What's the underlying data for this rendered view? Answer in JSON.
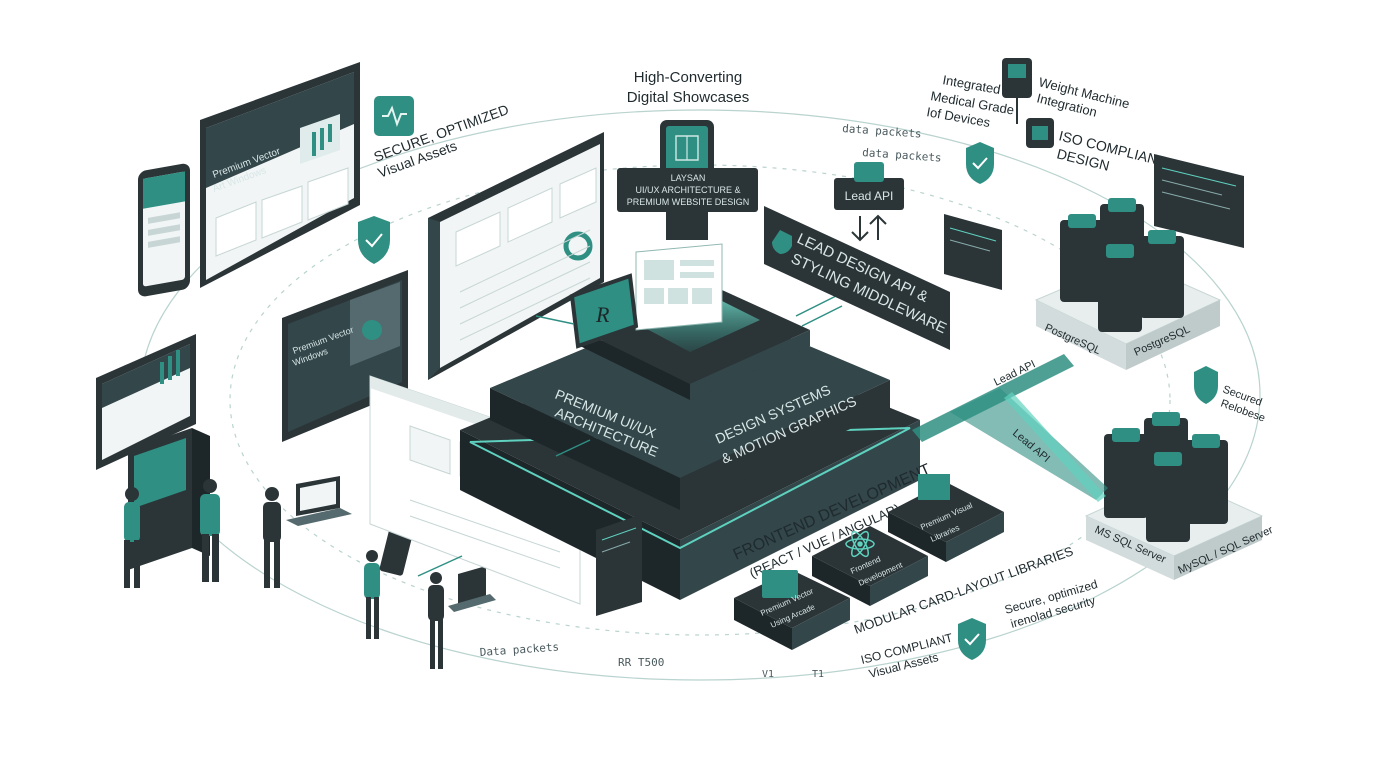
{
  "header": {
    "showcase_line1": "High-Converting",
    "showcase_line2": "Digital Showcases"
  },
  "phone_sign": {
    "line1": "LAYSAN",
    "line2": "UI/UX ARCHITECTURE &",
    "line3": "PREMIUM WEBSITE DESIGN"
  },
  "left_labels": {
    "secure_line1": "SECURE, OPTIMIZED",
    "secure_line2": "Visual Assets",
    "monitor_line1": "Premium Vector",
    "monitor_line2": "Art Windows",
    "tablet_line1": "Premium Vector",
    "tablet_line2": "Windows"
  },
  "lead_api": {
    "small": "Lead API",
    "banner_line1": "LEAD DESIGN API &",
    "banner_line2": "STYLING MIDDLEWARE"
  },
  "medical": {
    "integrated_line1": "Integrated",
    "integrated_line2": "Medical Grade",
    "integrated_line3": "Iof Devices",
    "weight_line1": "Weight Machine",
    "weight_line2": "Integration",
    "iso_line1": "ISO COMPLIANT",
    "iso_line2": "DESIGN"
  },
  "platform": {
    "top_left_line1": "PREMIUM UI/UX",
    "top_left_line2": "ARCHITECTURE",
    "top_right_line1": "DESIGN SYSTEMS",
    "top_right_line2": "& MOTION GRAPHICS",
    "front_line1": "FRONTEND DEVELOPMENT",
    "front_line2": "(REACT / VUE / ANGULAR)"
  },
  "modules": {
    "label": "MODULAR CARD-LAYOUT LIBRARIES",
    "card1_line1": "Premium Vector",
    "card1_line2": "Using Arcade",
    "card2_line1": "Frontend",
    "card2_line2": "Development",
    "card3_line1": "Premium Visual",
    "card3_line2": "Libraries"
  },
  "bottom_labels": {
    "iso_line1": "ISO COMPLIANT",
    "iso_line2": "Visual Assets",
    "secure_line1": "Secure, optimized",
    "secure_line2": "irenolad security"
  },
  "databases": {
    "db1_left": "PostgreSQL",
    "db1_right": "PostgreSQL",
    "db2_left": "MS SQL Server",
    "db2_right": "MySQL / SQL Server",
    "secured_line1": "Secured",
    "secured_line2": "Relobese",
    "lead_api_top": "Lead API",
    "lead_api_bottom": "Lead API"
  },
  "data_packets": {
    "top1": "data packets",
    "top2": "data packets",
    "bottom": "Data packets",
    "bottom_code": "RR T500",
    "v1": "V1",
    "t1": "T1"
  },
  "colors": {
    "accent": "#2f8f83",
    "accent_light": "#5fd1bf",
    "dark": "#2b3538",
    "darker": "#1d2629",
    "panel": "#f3f6f6"
  },
  "icons": [
    "shield-check-icon",
    "lock-icon",
    "heart-pulse-icon",
    "react-atom-icon",
    "folder-icon",
    "database-icon"
  ]
}
